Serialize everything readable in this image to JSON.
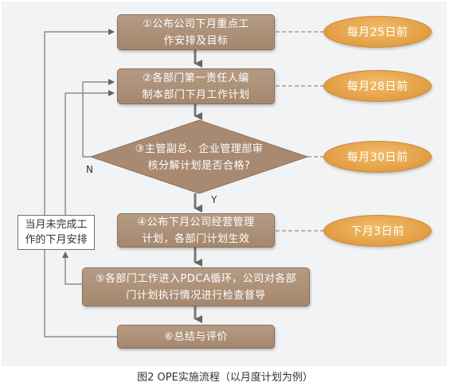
{
  "steps": {
    "step1": "①公布公司下月重点工\n作安排及目标",
    "step2": "②各部门第一责任人编\n制本部门下月工作计划",
    "step3": "③主管副总、企业管理部审\n核分解计划是否合格?",
    "step4": "④公布下月公司经营管理\n计划，各部门计划生效",
    "step5": "⑤各部门工作进入PDCA循环，公司对各部\n门计划执行情况进行检查督导",
    "step6": "⑥总结与评价"
  },
  "deadlines": {
    "d1": "每月25日前",
    "d2": "每月28日前",
    "d3": "每月30日前",
    "d4": "下月3日前"
  },
  "side_note": "当月未完成工\n作的下月安排",
  "branch_labels": {
    "no": "N",
    "yes": "Y"
  },
  "caption": "图2 OPE实施流程（以月度计划为例）",
  "colors": {
    "box_fill": "#a88a72",
    "pill_fill": "#e6a24a",
    "line": "#777777",
    "background": "#f2f3f5"
  }
}
